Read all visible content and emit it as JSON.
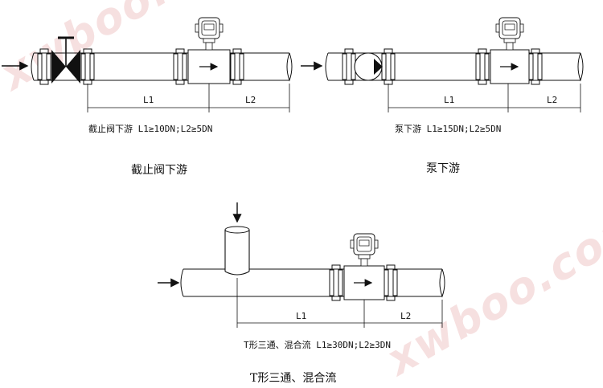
{
  "diagram1": {
    "label_l1": "L1",
    "label_l2": "L2",
    "caption": "截止阀下游 L1≥10DN;L2≥5DN",
    "title": "截止阀下游"
  },
  "diagram2": {
    "label_l1": "L1",
    "label_l2": "L2",
    "caption": "泵下游 L1≥15DN;L2≥5DN",
    "title": "泵下游"
  },
  "diagram3": {
    "label_l1": "L1",
    "label_l2": "L2",
    "caption": "T形三通、混合流 L1≥30DN;L2≥3DN",
    "title": "T形三通、混合流"
  },
  "watermark": {
    "text": "xwboo.com"
  }
}
